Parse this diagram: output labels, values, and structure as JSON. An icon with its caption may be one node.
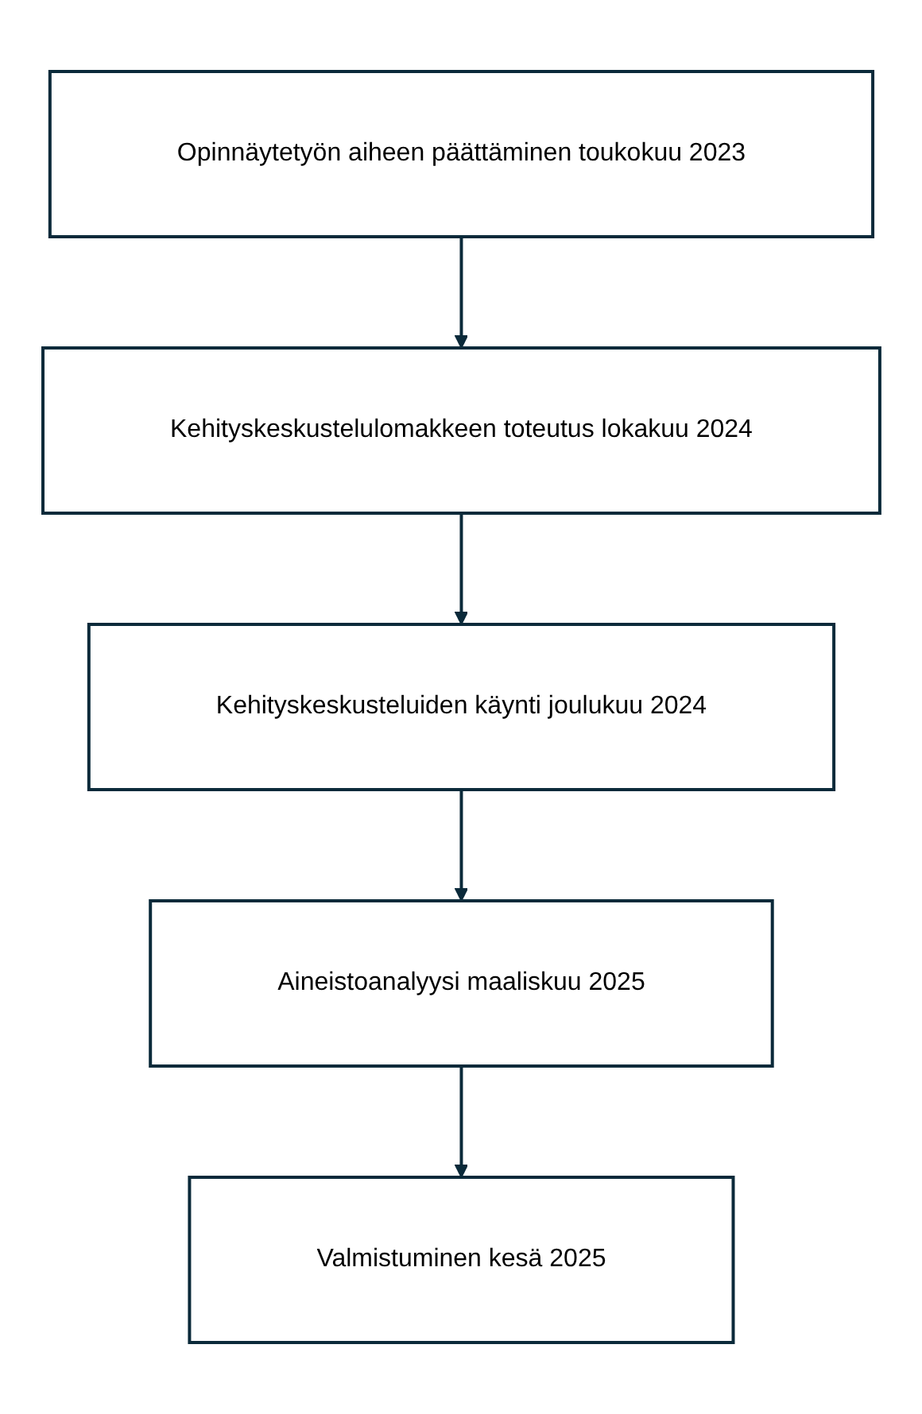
{
  "diagram": {
    "nodes": [
      {
        "text": [
          "Opinnäytetyön aiheen päättäminen toukokuu 2023"
        ]
      },
      {
        "text": [
          "Kehityskeskustelulomakkeen toteutus lokakuu 2024"
        ]
      },
      {
        "text": [
          "Kehityskeskusteluiden käynti joulukuu 2024"
        ]
      },
      {
        "text": [
          "Aineistoanalyysi maaliskuu 2025"
        ]
      },
      {
        "text": [
          "Valmistuminen kesä 2025"
        ]
      }
    ],
    "edges": [
      {
        "from": 0,
        "to": 1,
        "arrow": "to"
      },
      {
        "from": 1,
        "to": 2,
        "arrow": "to"
      },
      {
        "from": 2,
        "to": 3,
        "arrow": "to"
      },
      {
        "from": 3,
        "to": 4,
        "arrow": "to"
      }
    ]
  }
}
